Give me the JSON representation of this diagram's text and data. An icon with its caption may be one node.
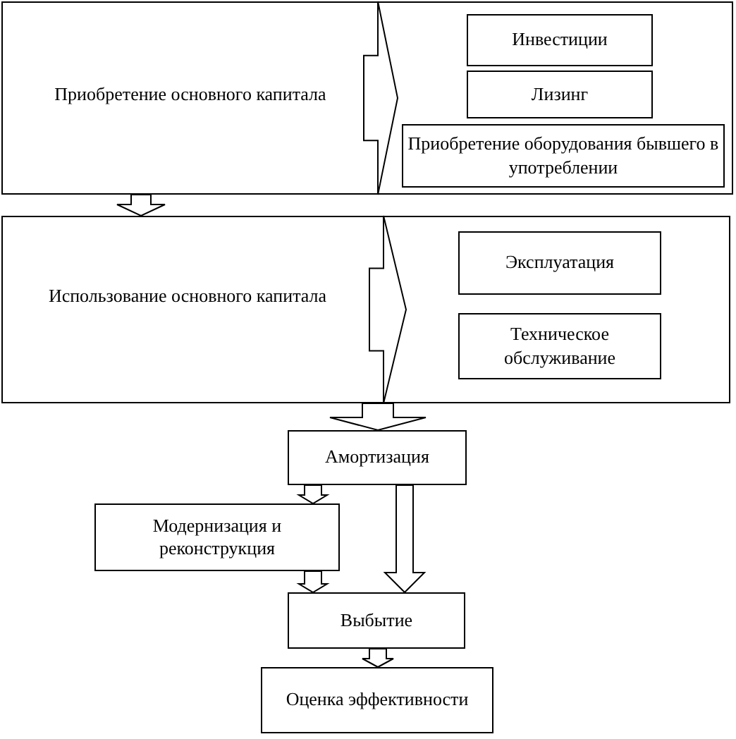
{
  "diagram": {
    "nodes": [
      {
        "text": [
          "Приобретение основного капитала"
        ]
      },
      {
        "text": [
          "Инвестиции"
        ],
        "in": 0
      },
      {
        "text": [
          "Лизинг"
        ],
        "in": 0
      },
      {
        "text": [
          "Приобретение оборудования бывшего в употреблении"
        ],
        "in": 0
      },
      {
        "text": [
          "Использование основного капитала"
        ]
      },
      {
        "text": [
          "Эксплуатация"
        ],
        "in": 4
      },
      {
        "text": [
          "Техническое обслуживание"
        ],
        "in": 4
      },
      {
        "text": [
          "Амортизация"
        ]
      },
      {
        "text": [
          "Модернизация и реконструкция"
        ]
      },
      {
        "text": [
          "Выбытие"
        ]
      },
      {
        "text": [
          "Оценка эффективности"
        ]
      }
    ],
    "edges": [
      {
        "from": 0,
        "to": 4,
        "arrow": "to"
      },
      {
        "from": 4,
        "to": 7,
        "arrow": "to"
      },
      {
        "from": 7,
        "to": 8,
        "arrow": "to"
      },
      {
        "from": 8,
        "to": 9,
        "arrow": "to"
      },
      {
        "from": 7,
        "to": 9,
        "arrow": "to"
      },
      {
        "from": 9,
        "to": 10,
        "arrow": "to"
      },
      {
        "from": 0,
        "to": null,
        "arrow": "to"
      },
      {
        "from": 4,
        "to": null,
        "arrow": "to"
      }
    ]
  }
}
